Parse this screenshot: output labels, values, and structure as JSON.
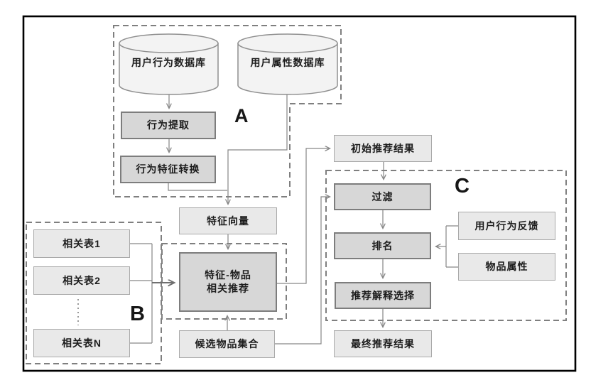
{
  "diagram": {
    "type": "flowchart",
    "section_labels": {
      "a": "A",
      "b": "B",
      "c": "C"
    },
    "databases": {
      "user_behavior_db": "用户行为数据库",
      "user_attribute_db": "用户属性数据库"
    },
    "nodes": {
      "behavior_extract": "行为提取",
      "behavior_feature_convert": "行为特征转换",
      "feature_vector": "特征向量",
      "feature_item_rec_line1": "特征-物品",
      "feature_item_rec_line2": "相关推荐",
      "candidate_items": "候选物品集合",
      "rel_table_1": "相关表1",
      "rel_table_2": "相关表2",
      "rel_table_n": "相关表N",
      "initial_results": "初始推荐结果",
      "filter": "过滤",
      "ranking": "排名",
      "explanation_select": "推荐解释选择",
      "final_results": "最终推荐结果",
      "user_feedback": "用户行为反馈",
      "item_attributes": "物品属性"
    },
    "colors": {
      "dark_box_fill": "#d7d7d7",
      "dark_box_border": "#7d7d7d",
      "light_box_fill": "#e9e9e9",
      "light_box_border": "#a9a9a9",
      "cylinder_fill": "#f3f3f3",
      "connector": "#868686",
      "dashed_border": "#7f7f7f",
      "outer_border": "#000000"
    }
  }
}
